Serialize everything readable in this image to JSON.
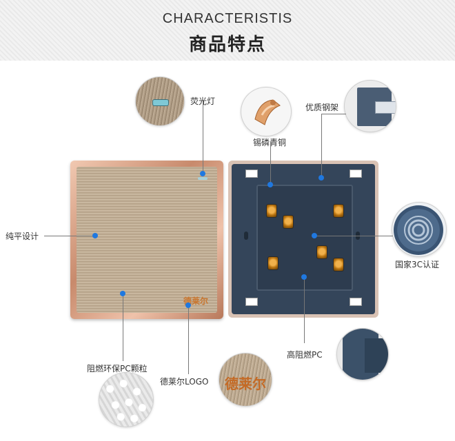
{
  "header": {
    "title_en": "CHARACTERISTIS",
    "title_zh": "商品特点"
  },
  "product": {
    "brand_mark": "德莱尔"
  },
  "callouts": {
    "fluorescent_light": "荧光灯",
    "tin_phosphor_bronze": "锡磷青铜",
    "quality_steel_frame": "优质钢架",
    "flat_design": "纯平设计",
    "national_3c": "国家3C认证",
    "flame_retardant_pc_particles": "阻燃环保PC颗粒",
    "brand_logo": "德莱尔LOGO",
    "high_flame_retardant_pc": "高阻燃PC"
  },
  "colors": {
    "callout_dot": "#1f78e0",
    "brand_text": "#c9762f",
    "back_body": "#34455a"
  }
}
